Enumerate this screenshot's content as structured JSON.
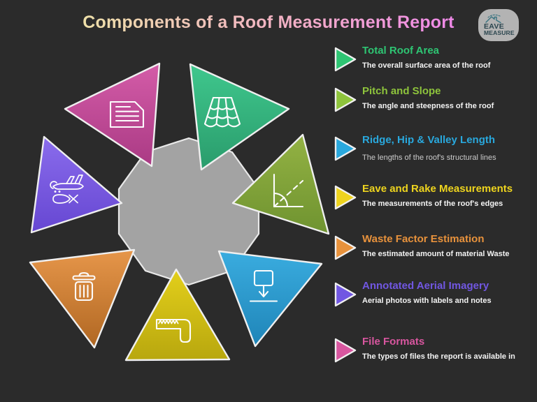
{
  "header": {
    "title": "Components of a Roof Measurement Report",
    "title_gradient": [
      "#ede9a3",
      "#f2aec6",
      "#ee7ff1"
    ],
    "logo": {
      "line1": "EAVE",
      "line2": "MEASURE",
      "badge_color": "#c6c6c6",
      "text_color": "#2c4a54",
      "roof_color": "#3a7d8c"
    }
  },
  "legend": {
    "items": [
      {
        "title": "Total Roof Area",
        "description": "The overall surface area of the roof",
        "color": "#2ec573"
      },
      {
        "title": "Pitch and Slope",
        "description": "The angle and steepness of the roof",
        "color": "#8ec43c"
      },
      {
        "title": "Ridge, Hip & Valley Length",
        "description": "The lengths of the roof's structural lines",
        "color": "#29a8dd"
      },
      {
        "title": "Eave and Rake  Measurements",
        "description": "The measurements of the roof's edges",
        "color": "#eed41e"
      },
      {
        "title": "Waste Factor Estimation",
        "description": "The estimated amount of material Waste",
        "color": "#e8923c"
      },
      {
        "title": "Annotated Aerial Imagery",
        "description": "Aerial photos with labels and notes",
        "color": "#7157e2"
      },
      {
        "title": "File Formats",
        "description": "The types of files the report is available in",
        "color": "#d8569f"
      }
    ]
  },
  "diagram": {
    "center_color": "#a3a3a3",
    "segments": [
      {
        "component": "File Formats",
        "icon": "document-icon",
        "color_top": "#d45ca8",
        "color_bottom": "#aa3a84"
      },
      {
        "component": "Total Roof Area",
        "icon": "roof-tiles-icon",
        "color_top": "#3fc78d",
        "color_bottom": "#2a9c6c"
      },
      {
        "component": "Pitch and Slope",
        "icon": "angle-pitch-icon",
        "color_top": "#93b243",
        "color_bottom": "#6f9330"
      },
      {
        "component": "Annotated Aerial Imagery",
        "icon": "aerial-plane-icon",
        "color_top": "#8a6cec",
        "color_bottom": "#6647d2"
      },
      {
        "component": "Waste Factor Estimation",
        "icon": "trash-icon",
        "color_top": "#e6964a",
        "color_bottom": "#b06722"
      },
      {
        "component": "Eave and Rake Measurements",
        "icon": "carpenter-square-icon",
        "color_top": "#e3cf1b",
        "color_bottom": "#b8a70e"
      },
      {
        "component": "Ridge, Hip & Valley Length",
        "icon": "ridge-length-icon",
        "color_top": "#3aacdf",
        "color_bottom": "#1f85b8"
      }
    ]
  }
}
